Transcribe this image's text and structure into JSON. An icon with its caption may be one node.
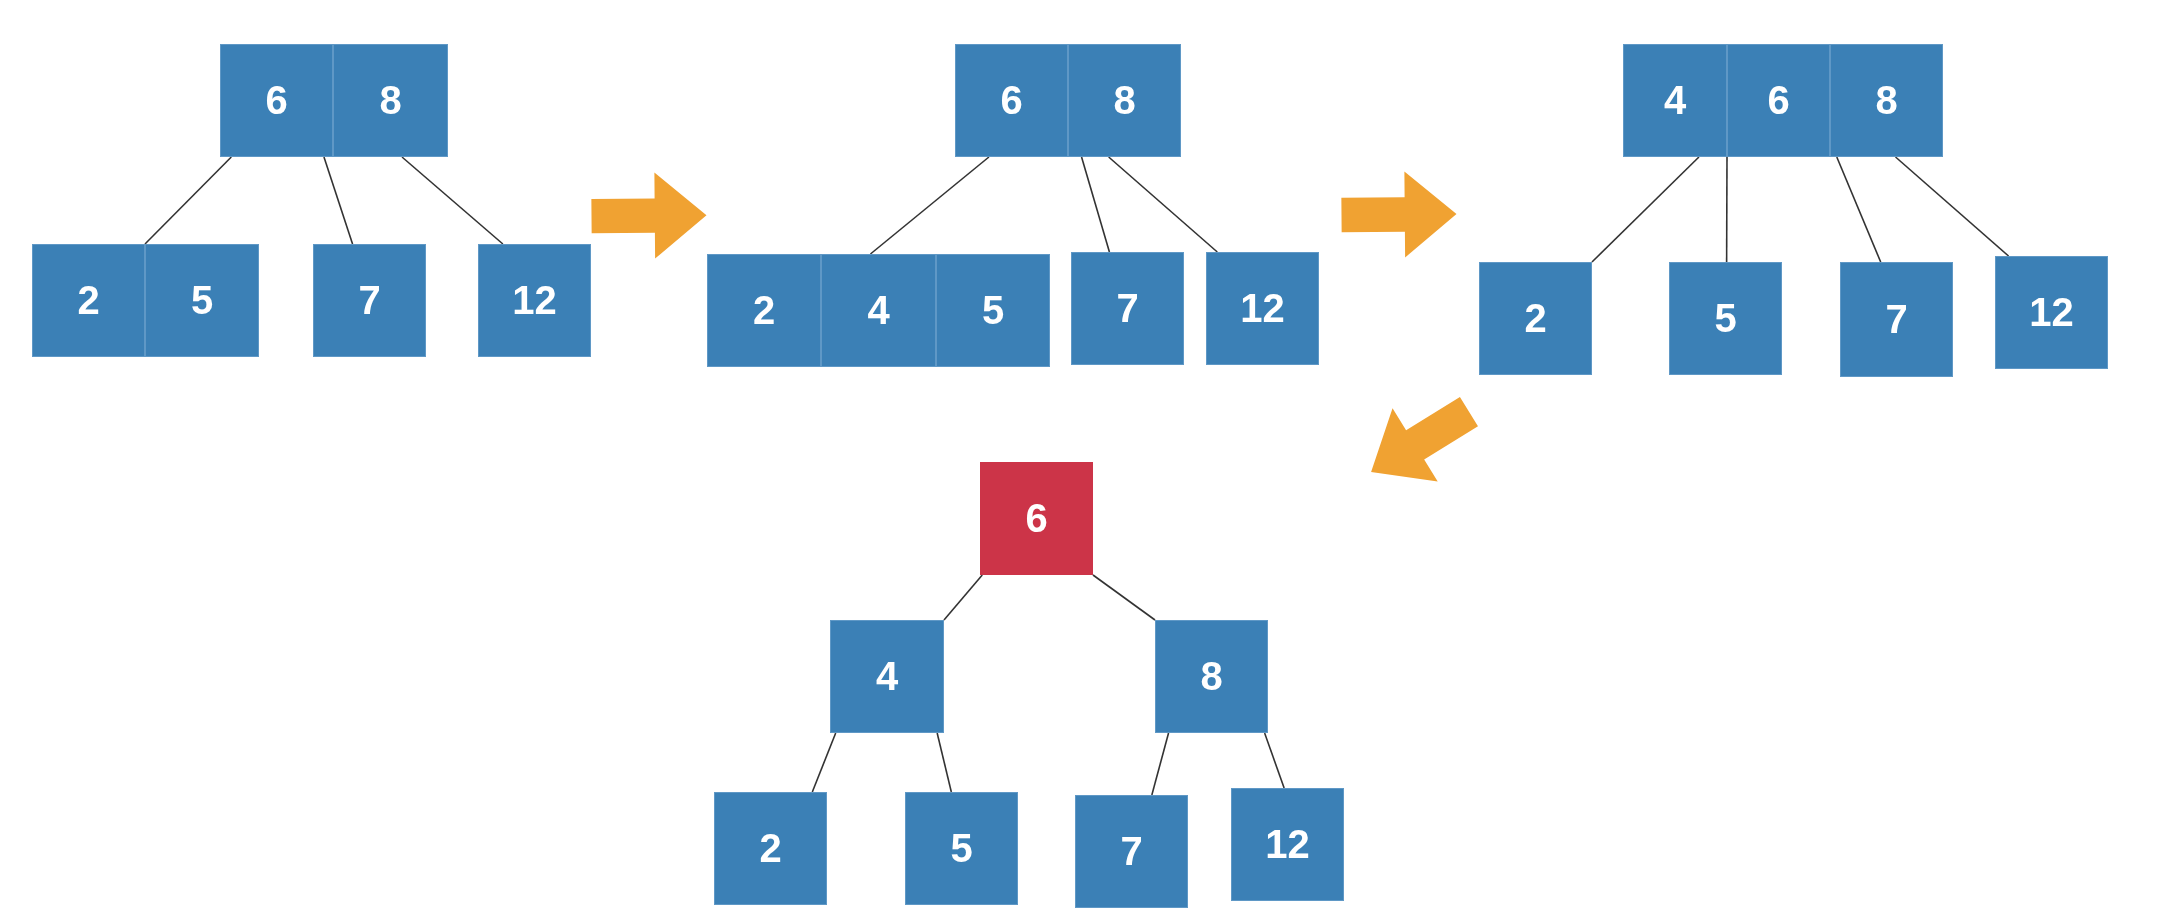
{
  "diagram": {
    "nodes": [
      {
        "text": [],
        "shape": "box"
      },
      {
        "text": [
          "6"
        ],
        "in": 0
      },
      {
        "text": [
          "8"
        ],
        "in": 0
      },
      {
        "text": [
          "2"
        ],
        "in": 0
      },
      {
        "text": [
          "5"
        ],
        "in": 0
      },
      {
        "text": [
          "7"
        ],
        "in": 0
      },
      {
        "text": [
          "12"
        ],
        "in": 0
      },
      {
        "text": [],
        "shape": "box"
      },
      {
        "text": [
          "6"
        ],
        "in": 7
      },
      {
        "text": [
          "8"
        ],
        "in": 7
      },
      {
        "text": [
          "2"
        ],
        "in": 7
      },
      {
        "text": [
          "4"
        ],
        "in": 7
      },
      {
        "text": [
          "5"
        ],
        "in": 7
      },
      {
        "text": [
          "7"
        ],
        "in": 7
      },
      {
        "text": [
          "12"
        ],
        "in": 7
      },
      {
        "text": [],
        "shape": "box"
      },
      {
        "text": [
          "4"
        ],
        "in": 15
      },
      {
        "text": [
          "6"
        ],
        "in": 15
      },
      {
        "text": [
          "8"
        ],
        "in": 15
      },
      {
        "text": [
          "2"
        ],
        "in": 15
      },
      {
        "text": [
          "5"
        ],
        "in": 15
      },
      {
        "text": [
          "7"
        ],
        "in": 15
      },
      {
        "text": [
          "12"
        ],
        "in": 15
      },
      {
        "text": [],
        "shape": "box"
      },
      {
        "text": [
          "6"
        ],
        "in": 23
      },
      {
        "text": [
          "4"
        ],
        "in": 23
      },
      {
        "text": [
          "8"
        ],
        "in": 23
      },
      {
        "text": [
          "2"
        ],
        "in": 23
      },
      {
        "text": [
          "5"
        ],
        "in": 23
      },
      {
        "text": [
          "7"
        ],
        "in": 23
      },
      {
        "text": [
          "12"
        ],
        "in": 23
      }
    ],
    "edges": [
      {
        "from": 1,
        "to": 3,
        "arrow": "none"
      },
      {
        "from": 1,
        "to": 5,
        "arrow": "none"
      },
      {
        "from": 2,
        "to": 6,
        "arrow": "none"
      },
      {
        "from": 8,
        "to": 11,
        "arrow": "none"
      },
      {
        "from": 9,
        "to": 13,
        "arrow": "none"
      },
      {
        "from": 9,
        "to": 14,
        "arrow": "none"
      },
      {
        "from": 16,
        "to": 19,
        "arrow": "none"
      },
      {
        "from": 17,
        "to": 20,
        "arrow": "none"
      },
      {
        "from": 18,
        "to": 21,
        "arrow": "none"
      },
      {
        "from": 18,
        "to": 22,
        "arrow": "none"
      },
      {
        "from": 24,
        "to": 25,
        "arrow": "none"
      },
      {
        "from": 24,
        "to": 26,
        "arrow": "none"
      },
      {
        "from": 25,
        "to": 27,
        "arrow": "none"
      },
      {
        "from": 25,
        "to": 28,
        "arrow": "none"
      },
      {
        "from": 26,
        "to": 29,
        "arrow": "none"
      },
      {
        "from": 26,
        "to": 30,
        "arrow": "none"
      },
      {
        "from": 0,
        "to": 7,
        "arrow": "to",
        "style": "thick",
        "color": "#f0a232"
      },
      {
        "from": 7,
        "to": 15,
        "arrow": "to",
        "style": "thick",
        "color": "#f0a232"
      },
      {
        "from": 15,
        "to": 23,
        "arrow": "to",
        "style": "thick",
        "color": "#f0a232"
      }
    ]
  }
}
